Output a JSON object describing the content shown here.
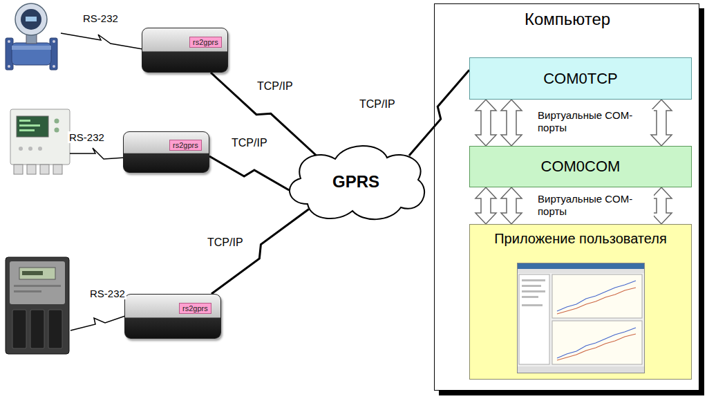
{
  "diagram": {
    "nodes": [
      {
        "text": [
          "rs2gprs"
        ]
      },
      {
        "text": [
          "rs2gprs"
        ]
      },
      {
        "text": [
          "rs2gprs"
        ]
      },
      {
        "text": [
          "GPRS"
        ]
      },
      {
        "text": [
          "Компьютер"
        ]
      },
      {
        "text": [
          "COM0TCP"
        ],
        "in": 4
      },
      {
        "text": [
          "COM0COM"
        ],
        "in": 4
      },
      {
        "text": [
          "Приложение пользователя"
        ],
        "in": 4
      }
    ],
    "edges": [
      {
        "from": 0,
        "to": 3,
        "label": "TCP/IP",
        "arrow": "none"
      },
      {
        "from": 1,
        "to": 3,
        "label": "TCP/IP",
        "arrow": "none"
      },
      {
        "from": 2,
        "to": 3,
        "label": "TCP/IP",
        "arrow": "none"
      },
      {
        "from": 3,
        "to": 5,
        "label": "TCP/IP",
        "arrow": "none"
      },
      {
        "from": 5,
        "to": 6,
        "arrow": "both"
      },
      {
        "from": 5,
        "to": 6,
        "label": "Виртуальные COM-порты",
        "arrow": "both"
      },
      {
        "from": 5,
        "to": 6,
        "arrow": "both"
      },
      {
        "from": 6,
        "to": 7,
        "arrow": "both"
      },
      {
        "from": 6,
        "to": 7,
        "label": "Виртуальные COM-порты",
        "arrow": "both"
      },
      {
        "from": 6,
        "to": 7,
        "arrow": "both"
      }
    ],
    "labels": [
      "RS-232",
      "RS-232",
      "RS-232"
    ]
  }
}
